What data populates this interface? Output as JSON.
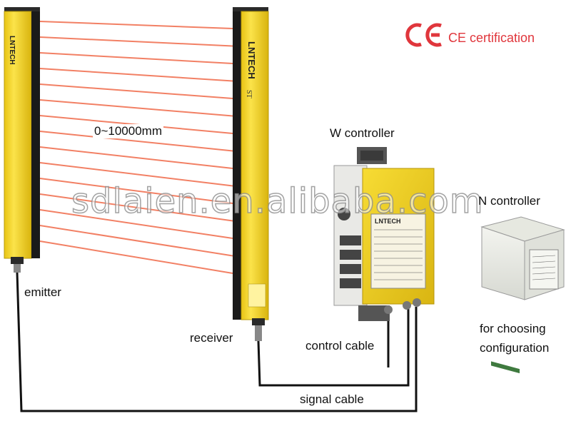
{
  "certification": {
    "mark": "CE",
    "label": "CE certification",
    "color": "#e0363c"
  },
  "sensor": {
    "brand": "LNTECH",
    "model": "ST",
    "range_label": "0~10000mm",
    "body_color": "#f2d21e",
    "beam_color": "#f06a4a"
  },
  "labels": {
    "emitter": "emitter",
    "receiver": "receiver",
    "w_controller": "W controller",
    "n_controller": "N controller",
    "choosing_line1": "for choosing",
    "choosing_line2": "configuration",
    "control_cable": "control cable",
    "signal_cable": "signal cable"
  },
  "w_controller_panel": {
    "brand": "LNTECH"
  },
  "watermark": "sdlaien.en.alibaba.com"
}
